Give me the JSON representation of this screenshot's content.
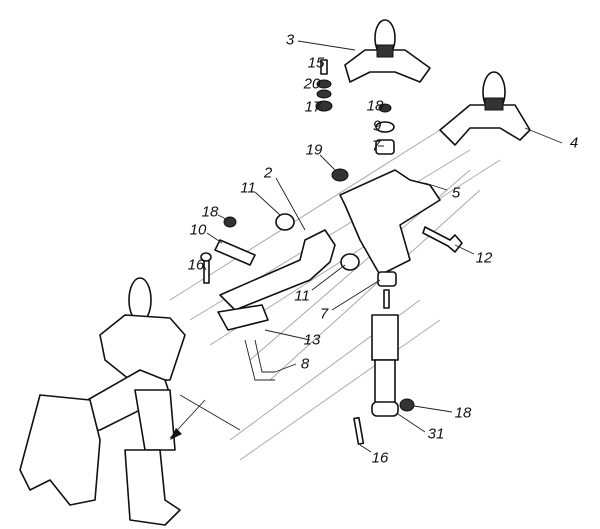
{
  "diagram": {
    "type": "exploded-assembly",
    "callouts": [
      "3",
      "15",
      "20",
      "17",
      "18",
      "9",
      "7",
      "4",
      "19",
      "2",
      "5",
      "11",
      "18",
      "10",
      "12",
      "16",
      "11",
      "7",
      "13",
      "8",
      "18",
      "31",
      "16"
    ]
  }
}
